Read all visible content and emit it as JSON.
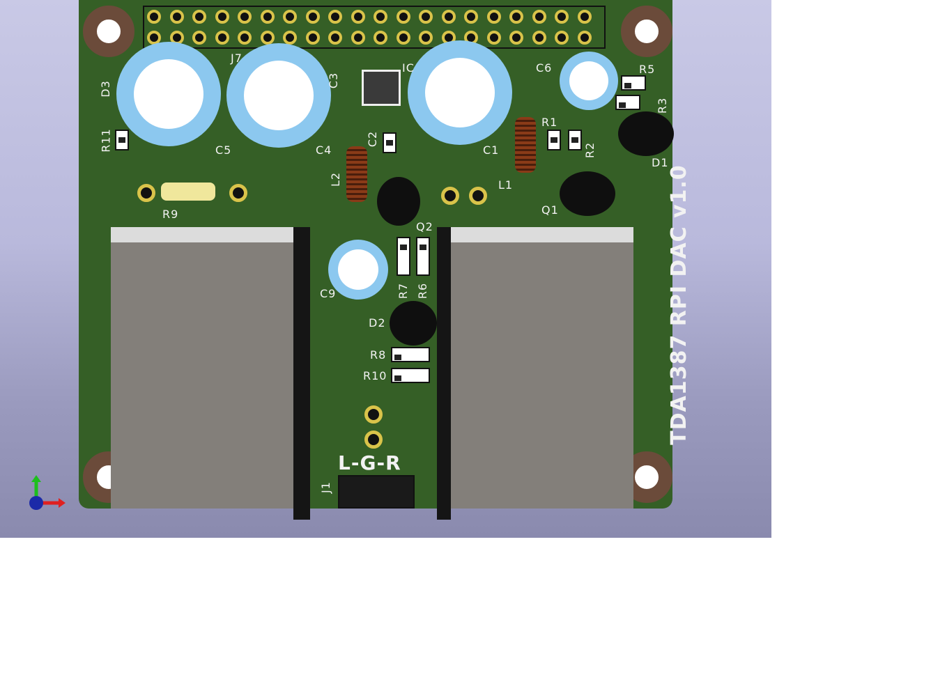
{
  "board": {
    "title": "TDA1387 RPI DAC v1.0",
    "output_label": "L-G-R"
  },
  "labels": {
    "J7": "J7",
    "D3": "D3",
    "C5": "C5",
    "C3": "C3",
    "C4": "C4",
    "IC": "IC",
    "C6": "C6",
    "R5": "R5",
    "R3": "R3",
    "R11": "R11",
    "C2": "C2",
    "C1": "C1",
    "R1": "R1",
    "R2": "R2",
    "D1": "D1",
    "L2": "L2",
    "L1": "L1",
    "R9": "R9",
    "Q1": "Q1",
    "Q2": "Q2",
    "C9": "C9",
    "R7": "R7",
    "R6": "R6",
    "D2": "D2",
    "R8": "R8",
    "R10": "R10",
    "J1": "J1"
  },
  "colors": {
    "pcb": "#355f26",
    "pad_ring": "#d9c34a",
    "silkscreen": "#f2f2f2",
    "mount_ring": "#6b4b3a",
    "heatsink": "#837f7a",
    "cap_sleeve": "#8cc8ef"
  },
  "axes": {
    "x_axis": "x-axis-arrow-red",
    "y_axis": "y-axis-arrow-green",
    "z_axis": "z-axis-dot-blue"
  }
}
